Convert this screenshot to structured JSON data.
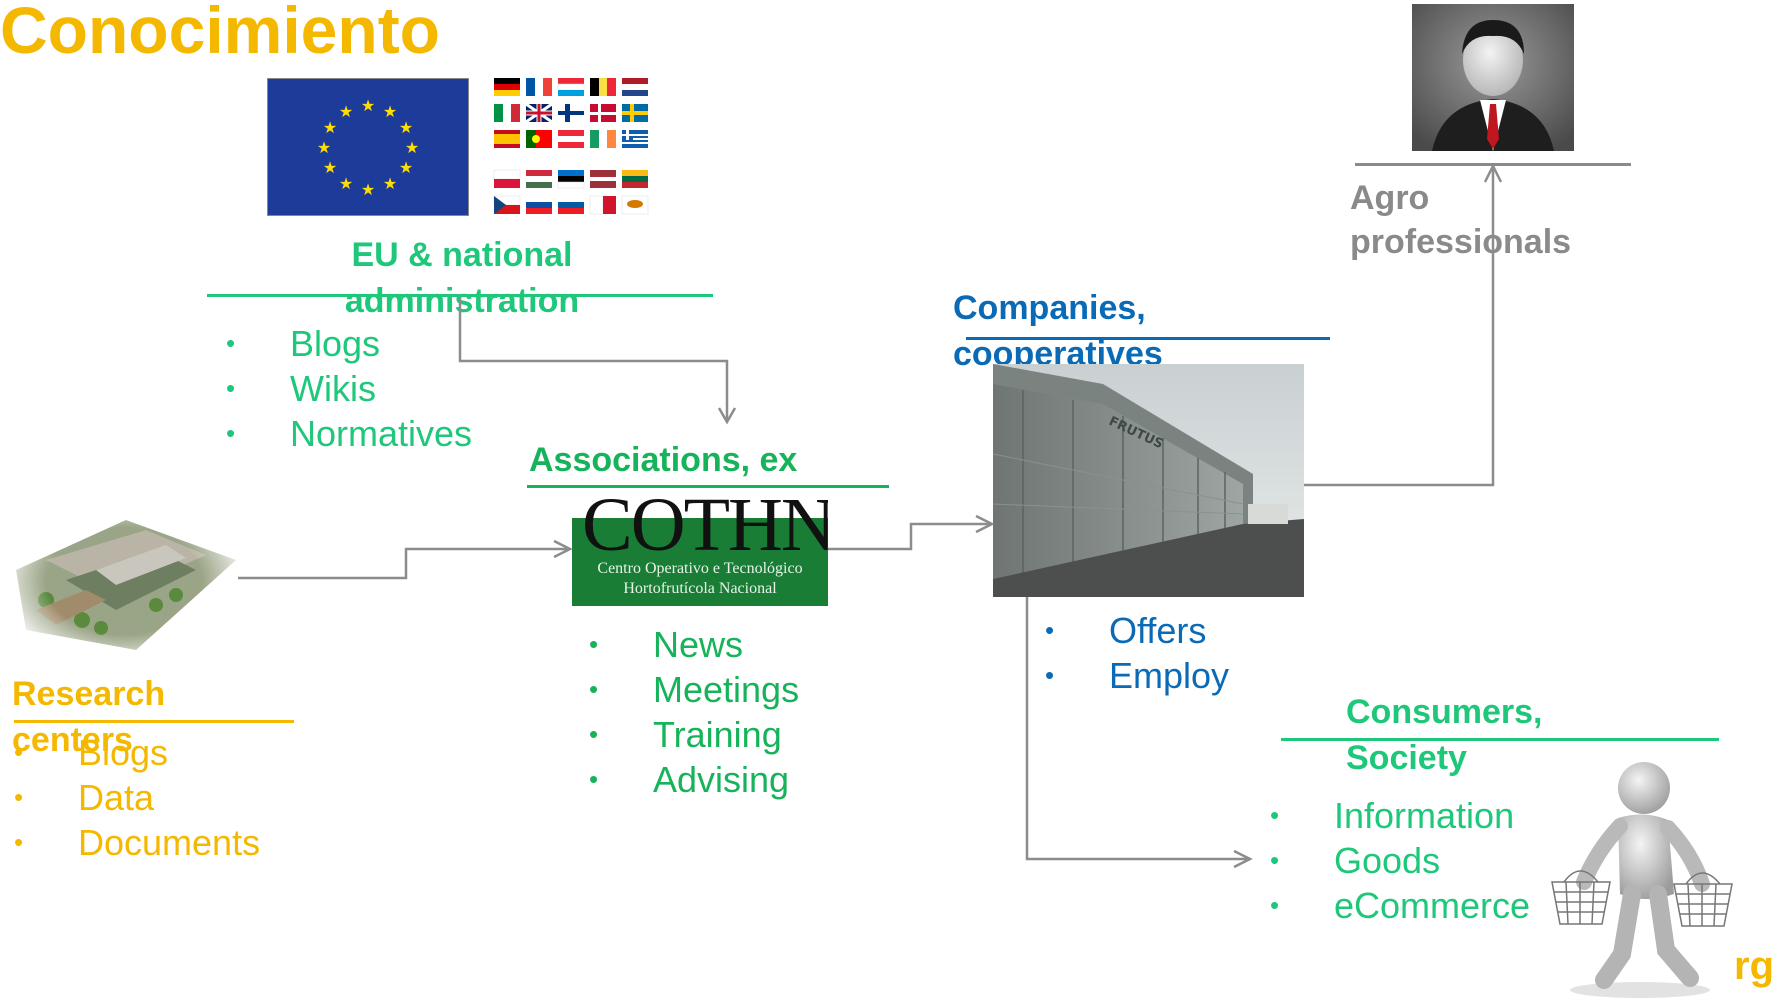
{
  "title": "Conocimiento",
  "footer_fragment": "rg",
  "colors": {
    "title_yellow": "#f5b800",
    "eu_green": "#1ec77a",
    "assoc_green": "#17b35a",
    "company_blue": "#0a6ab6",
    "agro_gray": "#8a8a8a",
    "research_yellow": "#f5b800",
    "connector_gray": "#8c8c8c"
  },
  "eu": {
    "title": "EU & national administration",
    "items": [
      "Blogs",
      "Wikis",
      "Normatives"
    ],
    "icons": [
      "eu-flag-icon",
      "national-flags-icon"
    ]
  },
  "associations": {
    "title": "Associations, ex",
    "items": [
      "News",
      "Meetings",
      "Training",
      "Advising"
    ],
    "logo": {
      "name": "COTHN",
      "subtitle_line1": "Centro Operativo e Tecnológico",
      "subtitle_line2": "Hortofrutícola Nacional"
    }
  },
  "companies": {
    "title": "Companies, cooperatives",
    "items": [
      "Offers",
      "Employ"
    ],
    "warehouse_sign": "FRUTUS"
  },
  "agro": {
    "title": "Agro professionals"
  },
  "research": {
    "title": "Research centers",
    "items": [
      "Blogs",
      "Data",
      "Documents"
    ]
  },
  "consumers": {
    "title": "Consumers, Society",
    "items": [
      "Information",
      "Goods",
      "eCommerce"
    ]
  }
}
